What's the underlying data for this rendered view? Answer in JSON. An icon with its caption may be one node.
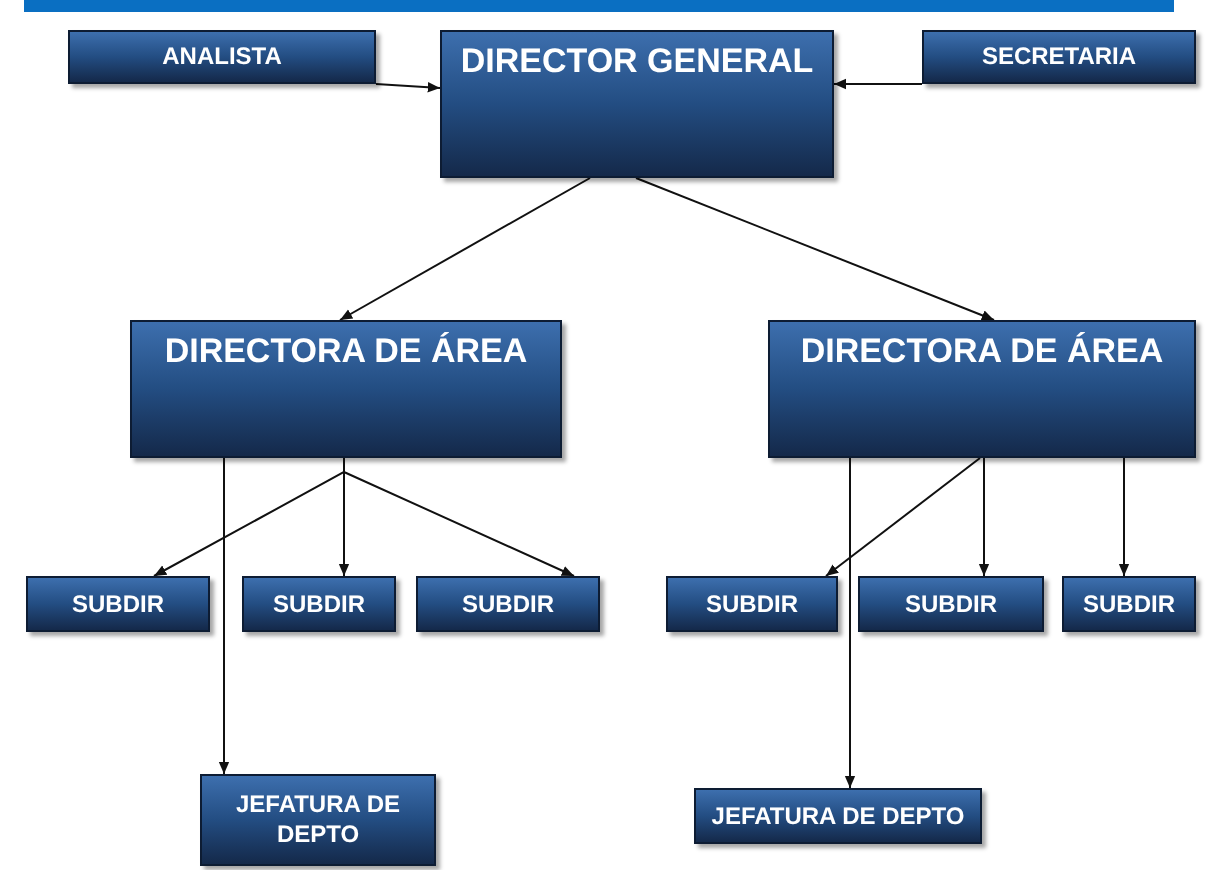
{
  "diagram": {
    "nodes": [
      {
        "text": [
          "ANALISTA"
        ]
      },
      {
        "text": [
          "DIRECTOR GENERAL"
        ]
      },
      {
        "text": [
          "SECRETARIA"
        ]
      },
      {
        "text": [
          "DIRECTORA DE ÁREA"
        ]
      },
      {
        "text": [
          "DIRECTORA DE ÁREA"
        ]
      },
      {
        "text": [
          "SUBDIR"
        ]
      },
      {
        "text": [
          "SUBDIR"
        ]
      },
      {
        "text": [
          "SUBDIR"
        ]
      },
      {
        "text": [
          "SUBDIR"
        ]
      },
      {
        "text": [
          "SUBDIR"
        ]
      },
      {
        "text": [
          "SUBDIR"
        ]
      },
      {
        "text": [
          "JEFATURA DE DEPTO"
        ]
      },
      {
        "text": [
          "JEFATURA DE DEPTO"
        ]
      }
    ],
    "edges": [
      {
        "from": 0,
        "to": 1,
        "arrow": "to"
      },
      {
        "from": 2,
        "to": 1,
        "arrow": "to"
      },
      {
        "from": 1,
        "to": 3,
        "arrow": "to"
      },
      {
        "from": 1,
        "to": 4,
        "arrow": "to"
      },
      {
        "from": 3,
        "to": 5,
        "arrow": "to"
      },
      {
        "from": 3,
        "to": 6,
        "arrow": "to"
      },
      {
        "from": 3,
        "to": 7,
        "arrow": "to"
      },
      {
        "from": 3,
        "to": 11,
        "arrow": "to"
      },
      {
        "from": 4,
        "to": 8,
        "arrow": "to"
      },
      {
        "from": 4,
        "to": 9,
        "arrow": "to"
      },
      {
        "from": 4,
        "to": 10,
        "arrow": "to"
      },
      {
        "from": 4,
        "to": 12,
        "arrow": "to"
      }
    ]
  }
}
